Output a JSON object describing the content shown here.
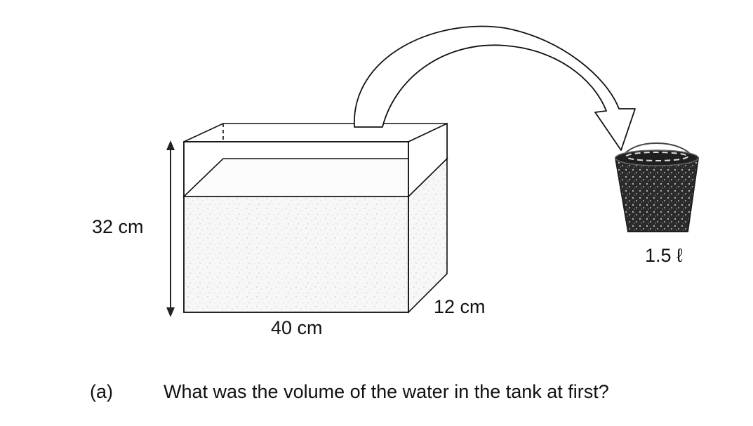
{
  "figure": {
    "height_label": "32 cm",
    "length_label": "40 cm",
    "width_label": "12 cm",
    "bucket_label": "1.5 ℓ"
  },
  "question": {
    "number": "(a)",
    "text": "What was the volume of the water in the tank at first?"
  },
  "colors": {
    "ink": "#111111",
    "water_fill": "#f4f4f4",
    "bucket_dark": "#2b2b2b"
  },
  "icons": {
    "arrow": "curved-arrow-icon",
    "bucket": "bucket-icon"
  }
}
